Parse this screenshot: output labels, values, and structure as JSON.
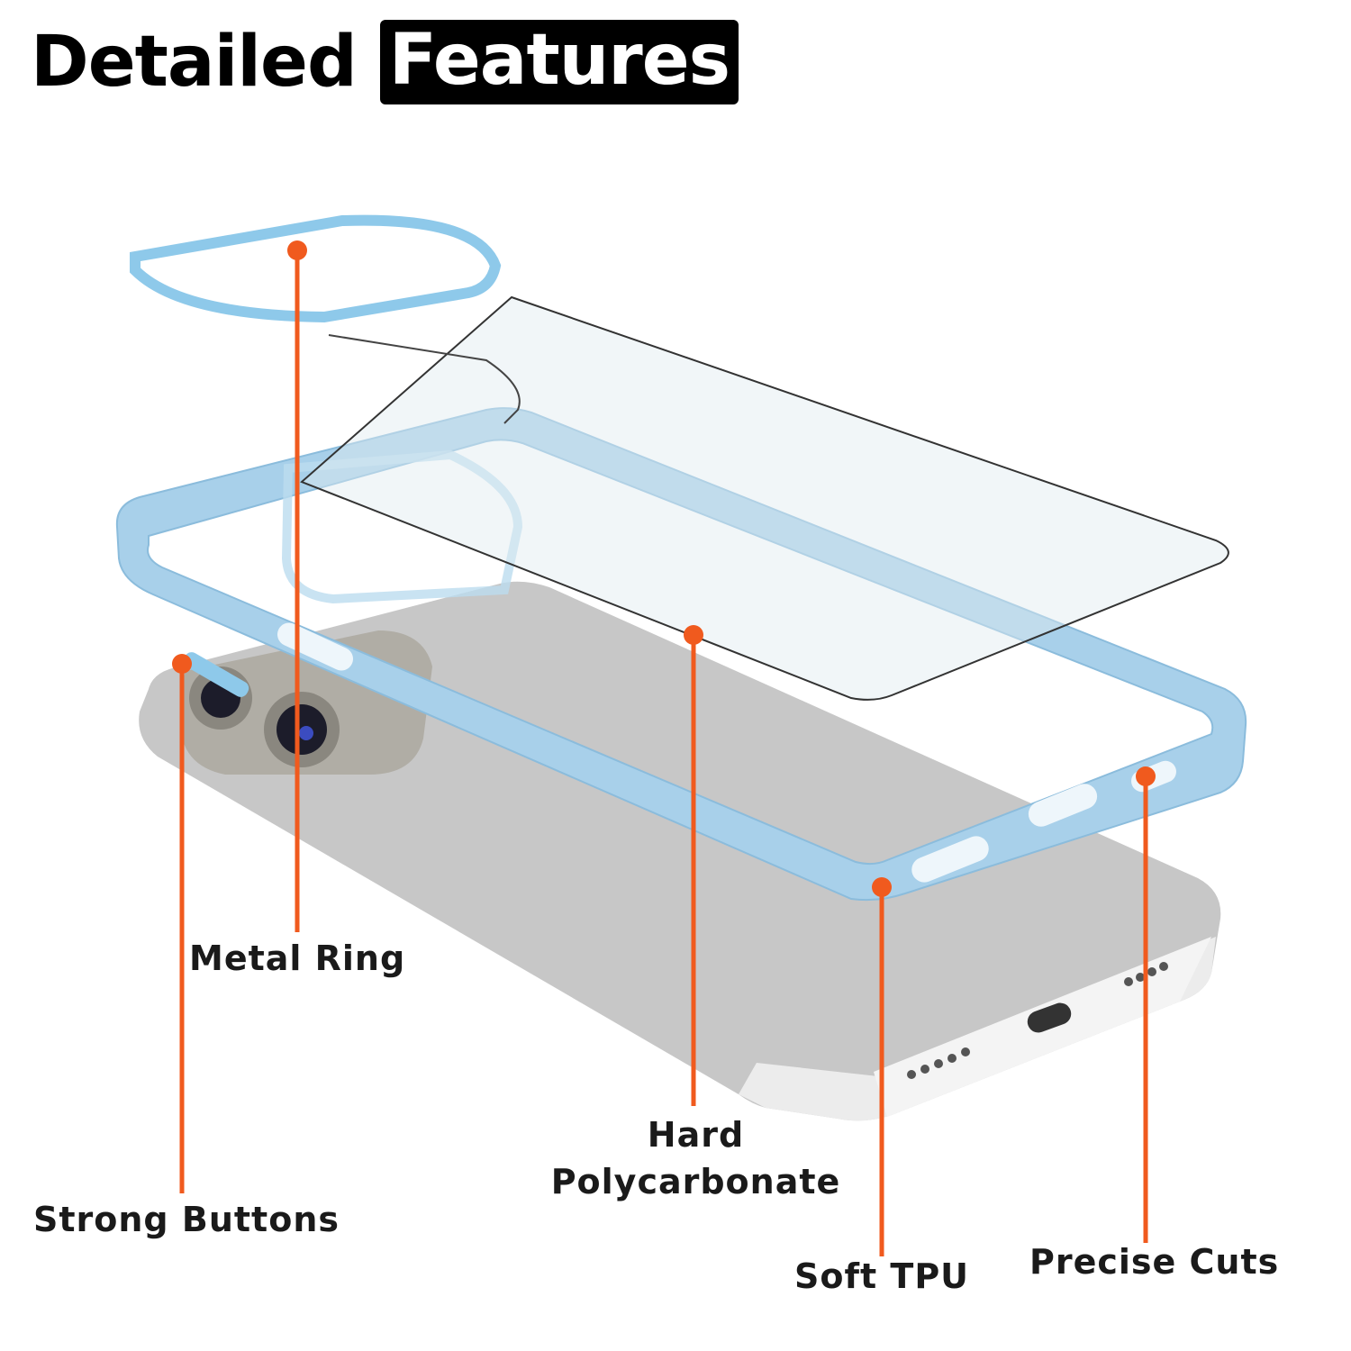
{
  "title": {
    "plain": "Detailed",
    "highlight": "Features"
  },
  "callouts": {
    "metal_ring": "Metal Ring",
    "strong_buttons": "Strong Buttons",
    "hard_line1": "Hard",
    "hard_line2": "Polycarbonate",
    "soft_tpu": "Soft TPU",
    "precise_cuts": "Precise Cuts"
  },
  "colors": {
    "accent": "#f05a1e",
    "bumper": "#9fcbe6",
    "phone": "#c9c9c9"
  }
}
